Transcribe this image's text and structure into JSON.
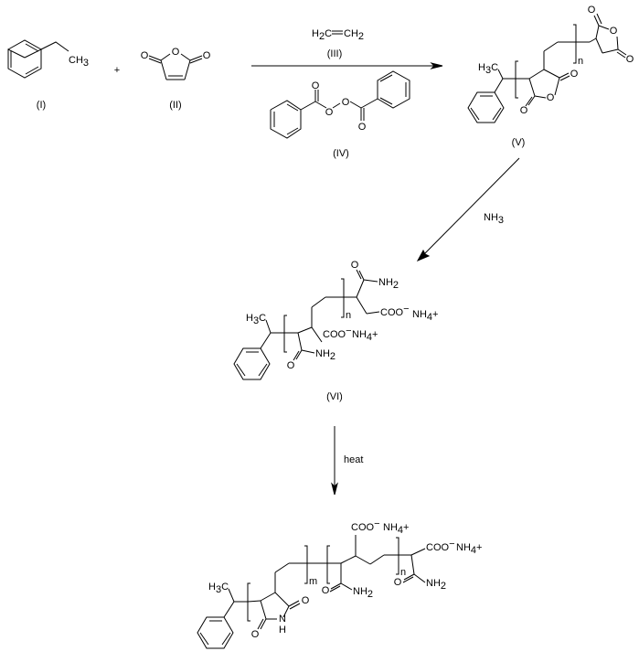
{
  "scheme": {
    "reactants": {
      "ethylbenzene": {
        "label": "(I)",
        "substituent": "CH",
        "substituent_sub": "3"
      },
      "maleic_anhydride": {
        "label": "(II)",
        "atoms": [
          "O",
          "O",
          "O"
        ]
      },
      "plus": "+"
    },
    "step1": {
      "reagent_above": {
        "left": "H",
        "left_sub": "2",
        "mid": "C",
        "right": "CH",
        "right_sub": "2",
        "label": "(III)"
      },
      "reagent_below": {
        "label": "(IV)",
        "atoms": [
          "O",
          "O",
          "O",
          "O"
        ]
      }
    },
    "product_V": {
      "label": "(V)",
      "methyl": {
        "h": "H",
        "sub": "3",
        "c": "C"
      },
      "repeat_index": "n",
      "atoms": [
        "O",
        "O",
        "O",
        "O",
        "O",
        "O"
      ]
    },
    "step2": {
      "reagent": {
        "main": "NH",
        "sub": "3"
      }
    },
    "product_VI": {
      "label": "(VI)",
      "methyl": {
        "h": "H",
        "sub": "3",
        "c": "C"
      },
      "repeat_index": "n",
      "carboxylate": "COO",
      "charge_minus": "−",
      "ammonium": {
        "main": "NH",
        "sub": "4",
        "charge": "+"
      },
      "amide": {
        "o": "O",
        "nh": "NH",
        "sub": "2"
      }
    },
    "step3": {
      "condition": "heat"
    },
    "product_VII": {
      "methyl": {
        "h": "H",
        "sub": "3",
        "c": "C"
      },
      "repeat_index_1": "m",
      "repeat_index_2": "n",
      "imide": {
        "n": "N",
        "h": "H",
        "o": "O"
      },
      "carboxylate": "COO",
      "charge_minus": "−",
      "ammonium": {
        "main": "NH",
        "sub": "4",
        "charge": "+"
      },
      "amide": {
        "o": "O",
        "nh": "NH",
        "sub": "2"
      }
    }
  }
}
